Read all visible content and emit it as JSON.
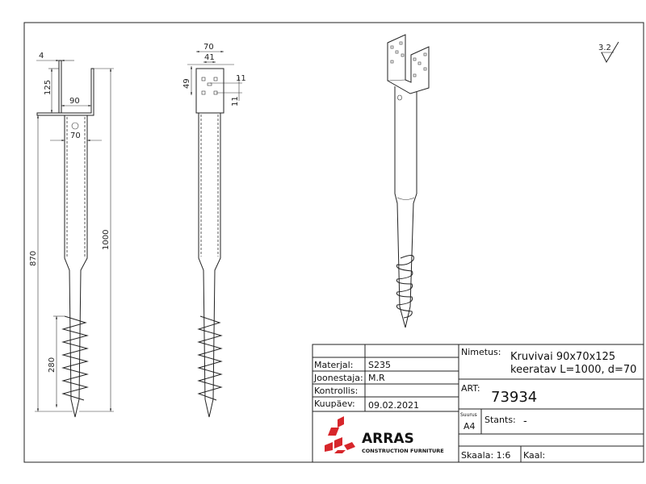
{
  "drawing": {
    "front_view_dims": {
      "d4": "4",
      "d125": "125",
      "d90": "90",
      "d70": "70",
      "d870": "870",
      "d1000": "1000",
      "d280": "280"
    },
    "side_view_dims": {
      "d70": "70",
      "d41": "41",
      "d49": "49",
      "d11a": "11",
      "d11b": "11"
    },
    "surface_finish": "3.2"
  },
  "title_block": {
    "materjal_label": "Materjal:",
    "materjal": "S235",
    "joonestaja_label": "Joonestaja:",
    "joonestaja": "M.R",
    "kontrollis_label": "Kontrollis:",
    "kontrollis": "",
    "kuupaev_label": "Kuupäev:",
    "kuupaev": "09.02.2021",
    "nimetus_label": "Nimetus:",
    "nimetus_line1": "Kruvivai 90x70x125",
    "nimetus_line2": "keeratav L=1000, d=70",
    "art_label": "ART:",
    "art": "73934",
    "suurus_label": "Suurus",
    "suurus": "A4",
    "stants_label": "Stants:",
    "stants": "-",
    "skaala_label": "Skaala: 1:6",
    "kaal_label": "Kaal:",
    "logo_name": "ARRAS",
    "logo_sub": "CONSTRUCTION FURNITURE",
    "brand_color": "#d7262b"
  }
}
